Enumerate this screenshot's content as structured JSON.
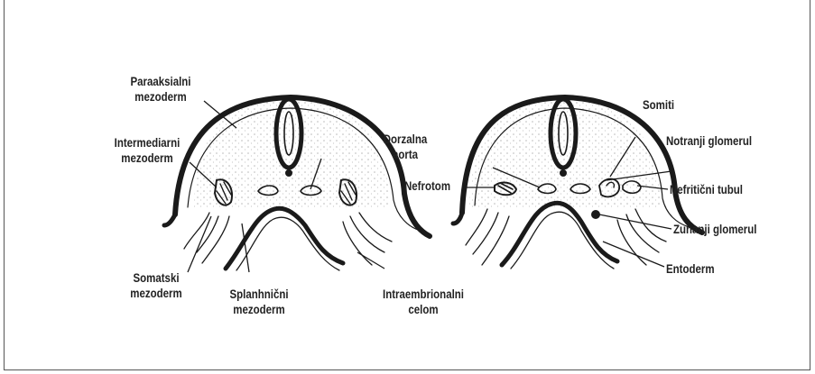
{
  "figure": {
    "left": {
      "paraaksialni_1": "Paraaksialni",
      "paraaksialni_2": "mezoderm",
      "intermediarni_1": "Intermediarni",
      "intermediarni_2": "mezoderm",
      "somatski_1": "Somatski",
      "somatski_2": "mezoderm",
      "splanhnicni_1": "Splanhnični",
      "splanhnicni_2": "mezoderm",
      "dorzalna_1": "Dorzalna",
      "dorzalna_2": "aorta"
    },
    "right": {
      "intraembrionalni_1": "Intraembrionalni",
      "intraembrionalni_2": "celom",
      "somiti": "Somiti",
      "notranji": "Notranji glomerul",
      "nefroton": "Nefrotom",
      "nefriticni": "Nefritični tubul",
      "zunanji": "Zunanji glomerul",
      "entoderm": "Entoderm"
    }
  },
  "colors": {
    "line": "#1a1a1a",
    "stipple": "#b8b8b8",
    "frame": "#555555"
  }
}
